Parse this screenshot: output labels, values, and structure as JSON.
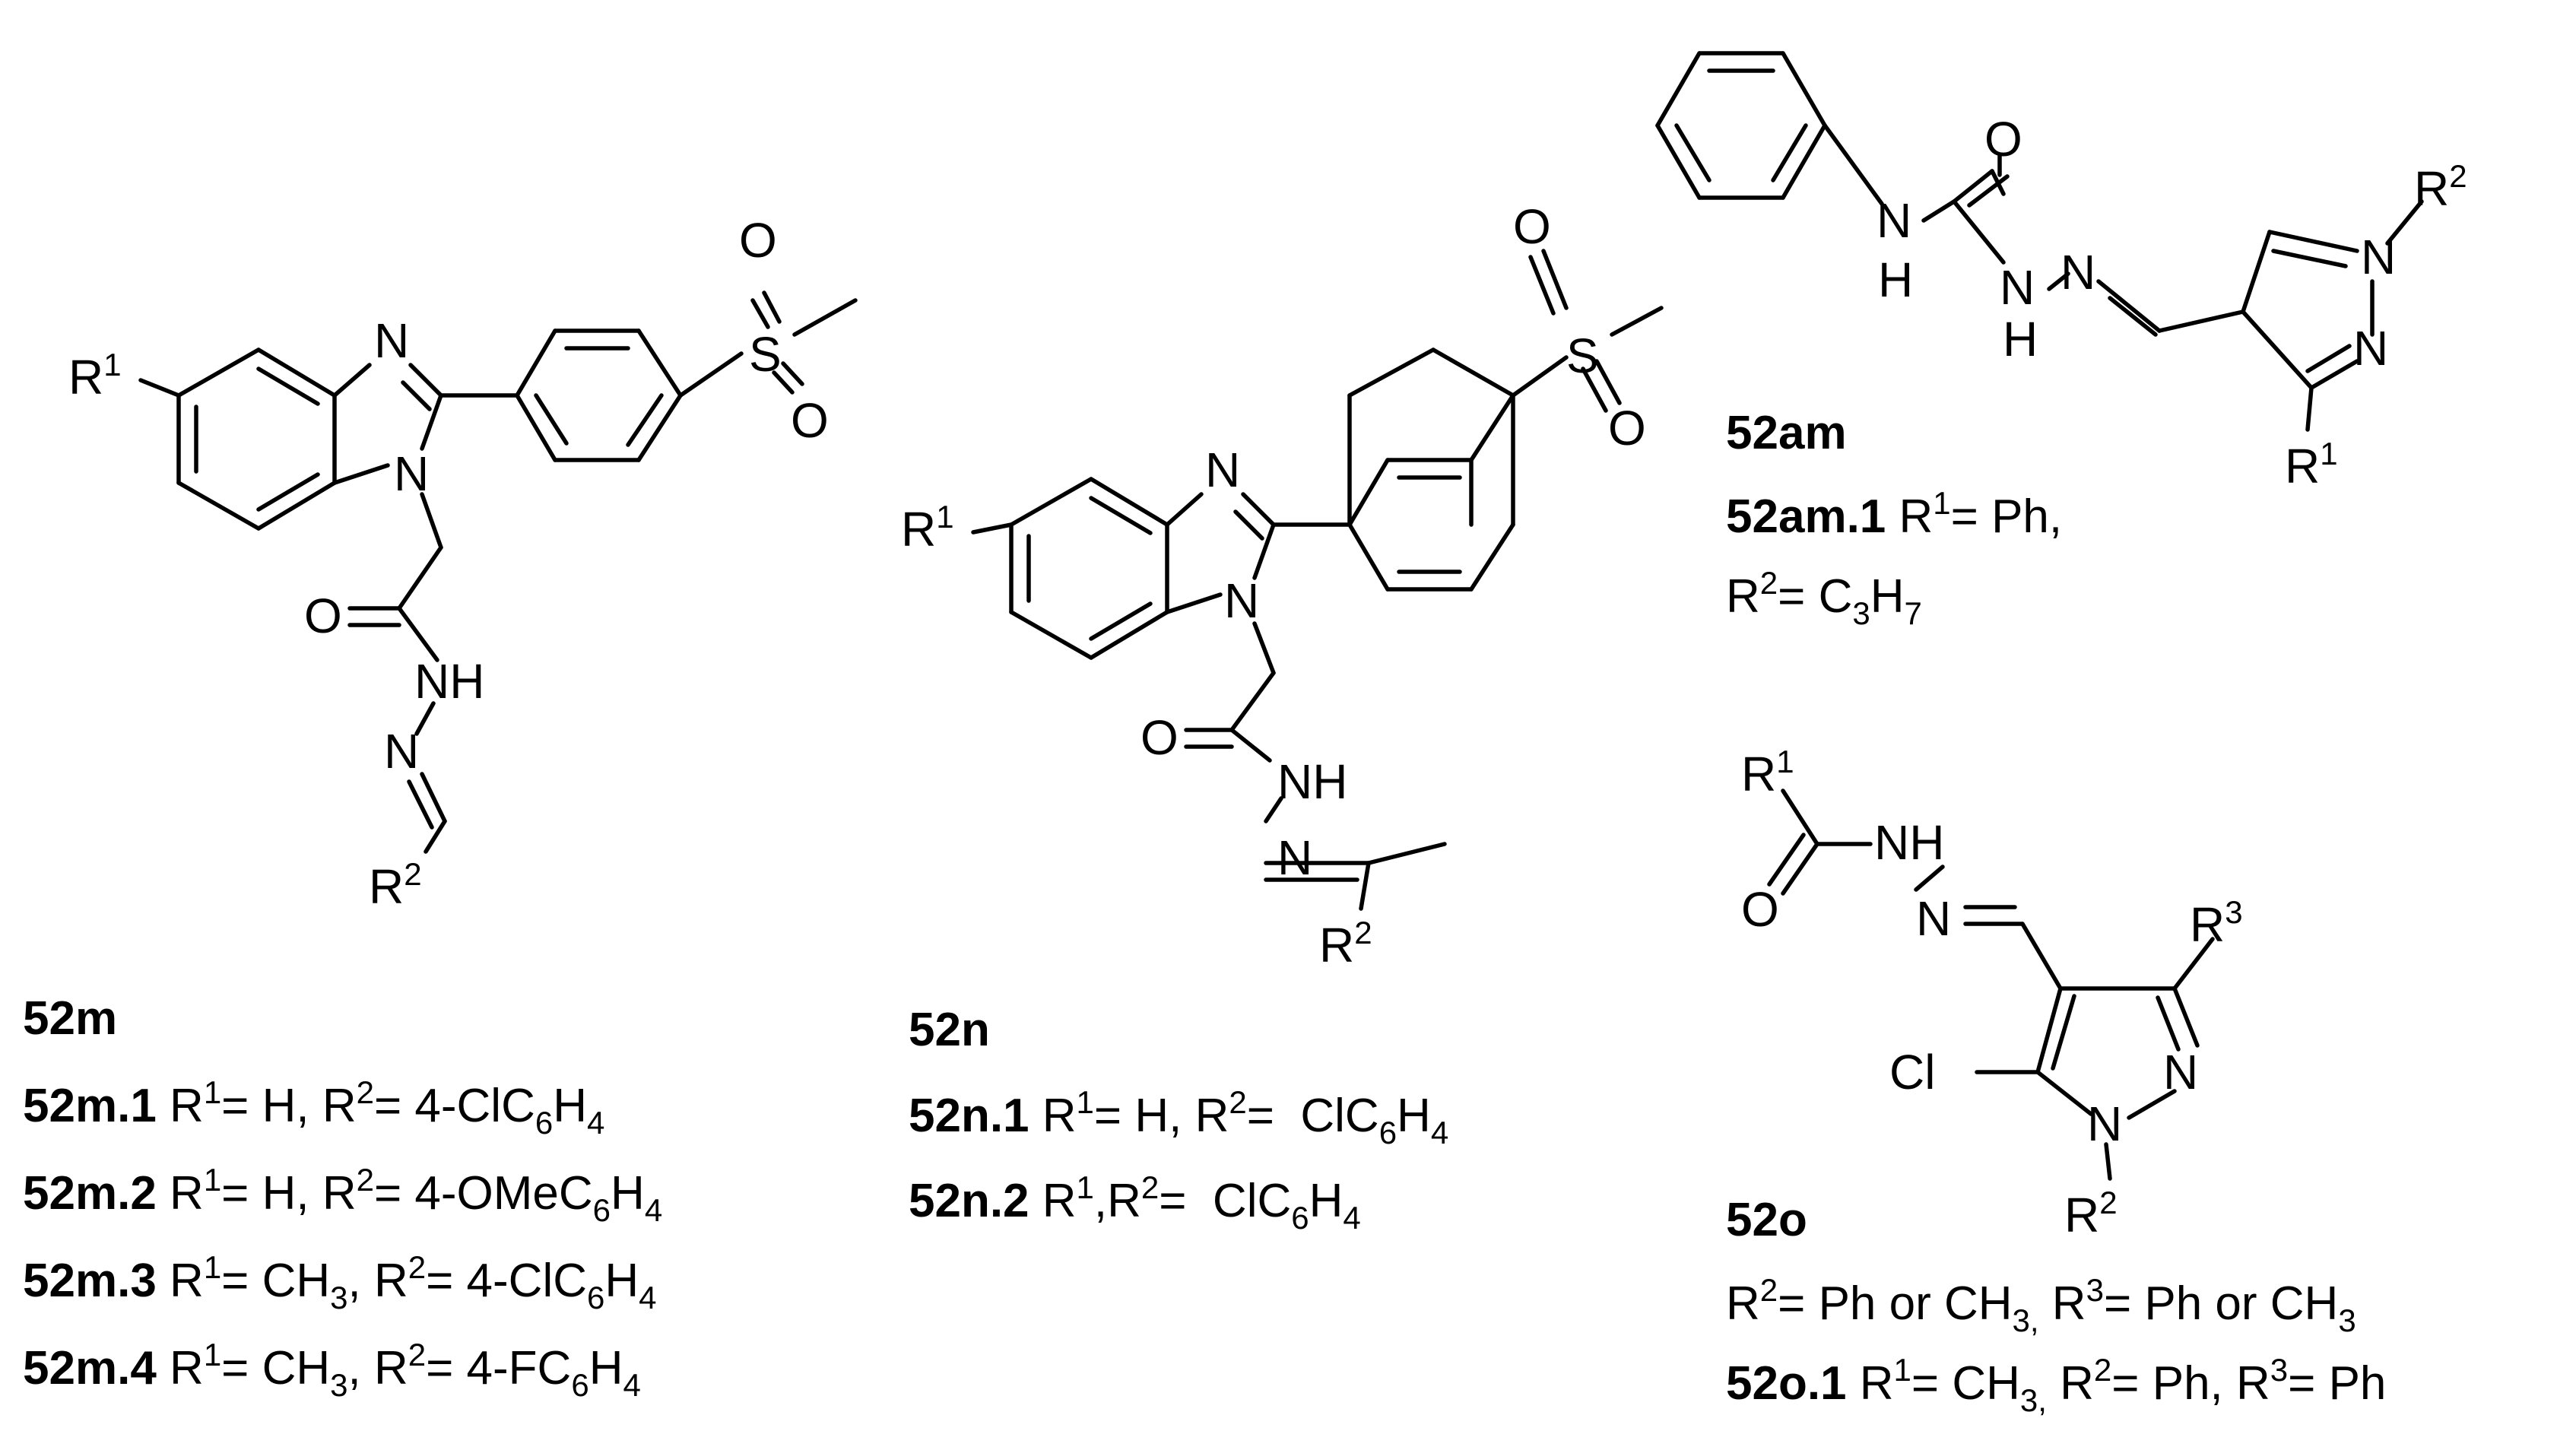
{
  "compounds": {
    "m": {
      "atoms": {
        "r1": "R",
        "r1_sup": "1",
        "n_top": "N",
        "n_ring": "N",
        "s": "S",
        "o_a": "O",
        "o_b": "O",
        "o_carbonyl": "O",
        "nh": "NH",
        "n_imine": "N",
        "r2": "R",
        "r2_sup": "2"
      },
      "title": "52m",
      "entries": [
        {
          "id": "52m.1",
          "p1": " R",
          "s1": "1",
          "p2": "= H, R",
          "s2": "2",
          "p3": "= 4-ClC",
          "s3": "6",
          "p4": "H",
          "s4": "4"
        },
        {
          "id": "52m.2",
          "p1": " R",
          "s1": "1",
          "p2": "= H, R",
          "s2": "2",
          "p3": "= 4-OMeC",
          "s3": "6",
          "p4": "H",
          "s4": "4"
        },
        {
          "id": "52m.3",
          "p1": " R",
          "s1": "1",
          "p2": "= CH",
          "s2": "3",
          "p3": ", R",
          "s3": "2",
          "p4": "= 4-ClC",
          "s4": "6",
          "p5": "H",
          "s5": "4"
        },
        {
          "id": "52m.4",
          "p1": " R",
          "s1": "1",
          "p2": "= CH",
          "s2": "3",
          "p3": ", R",
          "s3": "2",
          "p4": "= 4-FC",
          "s4": "6",
          "p5": "H",
          "s5": "4"
        }
      ]
    },
    "n": {
      "atoms": {
        "r1": "R",
        "r1_sup": "1",
        "n_top": "N",
        "n_ring": "N",
        "s": "S",
        "o_a": "O",
        "o_b": "O",
        "o_carbonyl": "O",
        "nh": "NH",
        "n_imine": "N",
        "r2": "R",
        "r2_sup": "2"
      },
      "title": "52n",
      "entries": [
        {
          "id": "52n.1",
          "p1": " R",
          "s1": "1",
          "p2": "= H, R",
          "s2": "2",
          "p3": "=  ClC",
          "s3": "6",
          "p4": "H",
          "s4": "4"
        },
        {
          "id": "52n.2",
          "p1": " R",
          "s1": "1",
          "p2": ",R",
          "s2": "2",
          "p3": "=  ClC",
          "s3": "6",
          "p4": "H",
          "s4": "4"
        }
      ]
    },
    "am": {
      "atoms": {
        "nh_n": "N",
        "nh_h": "H",
        "o": "O",
        "nh2_n": "N",
        "nh2_h": "H",
        "n_imine": "N",
        "n1": "N",
        "r2": "R",
        "r2_sup": "2",
        "n2": "N",
        "r1": "R",
        "r1_sup": "1"
      },
      "title": "52am",
      "entry_id": "52am.1",
      "line1": {
        "p1": " R",
        "s1": "1",
        "p2": "= Ph,"
      },
      "line2": {
        "p1": "R",
        "s1": "2",
        "p2": "= C",
        "s2": "3",
        "p3": "H",
        "s3": "7"
      }
    },
    "o": {
      "atoms": {
        "r1": "R",
        "r1_sup": "1",
        "nh": "NH",
        "o": "O",
        "n_imine": "N",
        "r3": "R",
        "r3_sup": "3",
        "cl": "Cl",
        "n2": "N",
        "n1": "N",
        "r2": "R",
        "r2_sup": "2"
      },
      "title": "52o",
      "line1": {
        "p1": "R",
        "s1": "2",
        "p2": "= Ph or CH",
        "s2": "3,",
        "p3": " R",
        "s3": "3",
        "p4": "= Ph or CH",
        "s4": "3"
      },
      "entry_id": "52o.1",
      "line2": {
        "p1": " R",
        "s1": "1",
        "p2": "= CH",
        "s2": "3,",
        "p3": " R",
        "s3": "2",
        "p4": "= Ph, R",
        "s4": "3",
        "p5": "= Ph"
      }
    }
  }
}
